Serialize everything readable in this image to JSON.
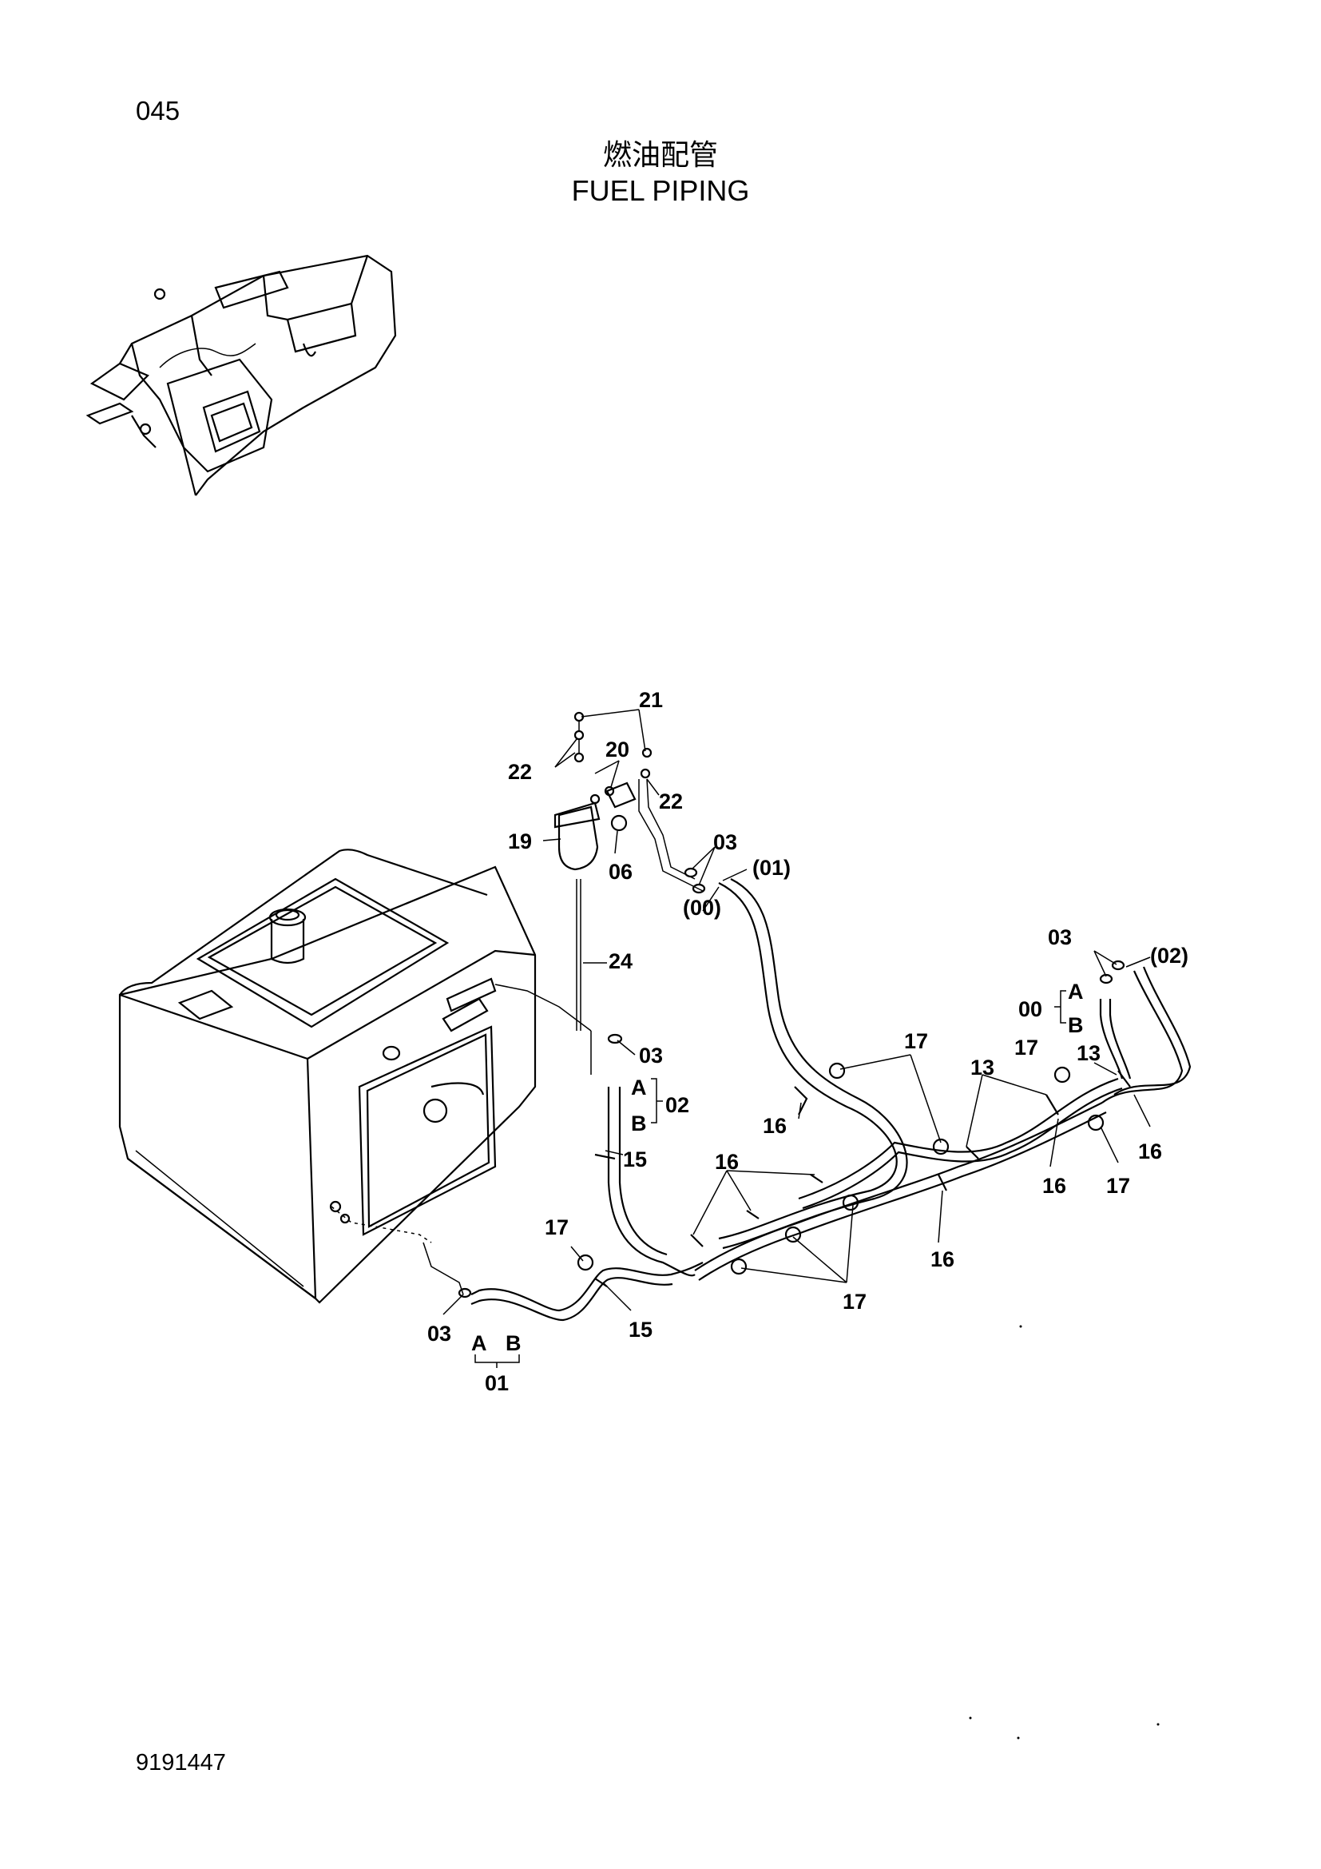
{
  "page_number": "045",
  "title_zh": "燃油配管",
  "title_en": "FUEL PIPING",
  "doc_number": "9191447",
  "callouts": {
    "c21": "21",
    "c20": "20",
    "c22a": "22",
    "c22b": "22",
    "c19": "19",
    "c06": "06",
    "c03a": "03",
    "c01p": "(01)",
    "c00p": "(00)",
    "c24": "24",
    "c03b": "03",
    "c02": "02",
    "c15a": "15",
    "c03c": "03",
    "c02p": "(02)",
    "c00": "00",
    "c17a": "17",
    "c13a": "13",
    "c17b": "17",
    "c13b": "13",
    "c16a": "16",
    "c16b": "16",
    "c16c": "16",
    "c16d": "16",
    "c17c": "17",
    "c16e": "16",
    "c17d": "17",
    "c17e": "17",
    "c03d": "03",
    "c15b": "15",
    "c01": "01",
    "A1": "A",
    "B1": "B",
    "A2": "A",
    "B2": "B",
    "A3": "A",
    "B3": "B"
  }
}
